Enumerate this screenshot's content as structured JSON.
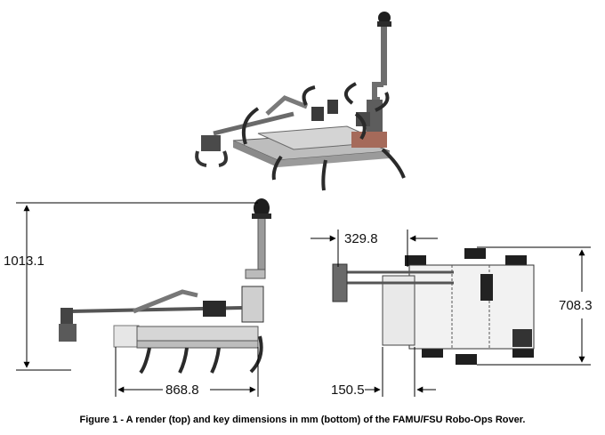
{
  "dimensions": {
    "height_total": "1013.1",
    "length_bottom": "868.8",
    "top_offset": "329.8",
    "width_side": "708.3",
    "bottom_offset": "150.5"
  },
  "caption": "Figure 1 - A render (top) and key dimensions in mm (bottom) of the FAMU/FSU Robo-Ops Rover.",
  "colors": {
    "frame_light": "#c9c9c9",
    "frame_mid": "#8f8f8f",
    "frame_dark": "#2a2a2a",
    "accent_red": "#9a5a4a",
    "line": "#000000"
  }
}
